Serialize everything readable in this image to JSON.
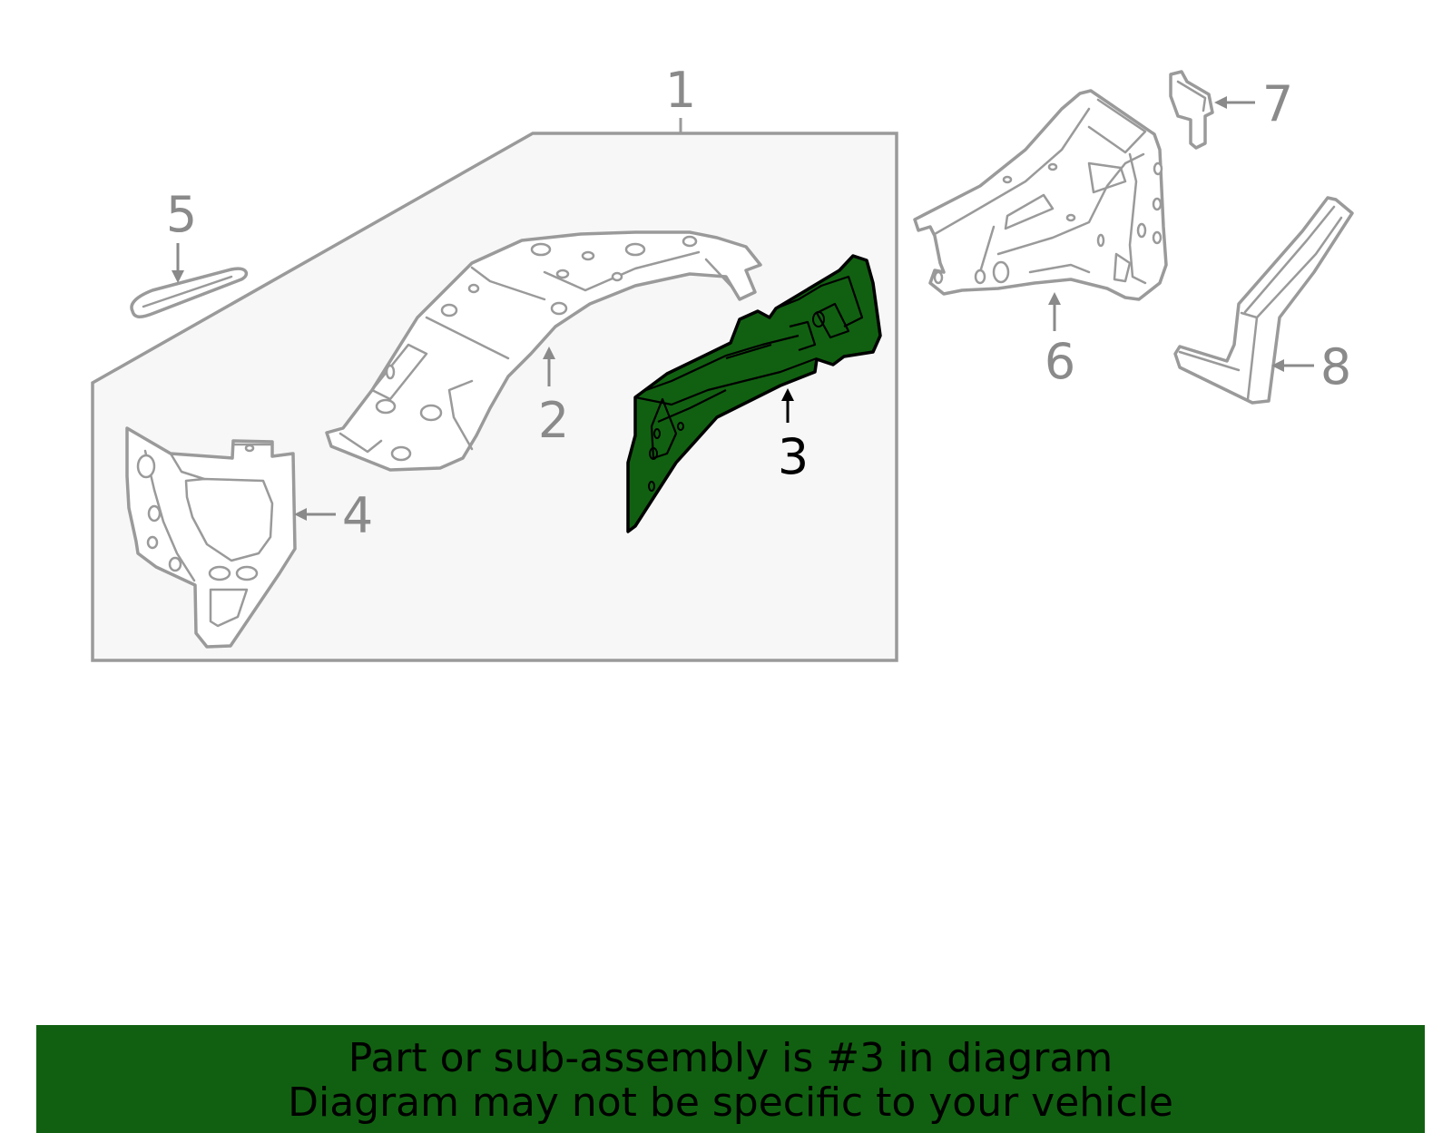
{
  "diagram": {
    "callouts": {
      "c1": "1",
      "c2": "2",
      "c3": "3",
      "c4": "4",
      "c5": "5",
      "c6": "6",
      "c7": "7",
      "c8": "8"
    },
    "highlighted_part": "3",
    "highlight_color": "#116011",
    "line_color": "#9a9a9a",
    "assembly_box_fill": "#f7f7f7"
  },
  "banner": {
    "line1": "Part or sub-assembly is #3 in diagram",
    "line2": "Diagram may not be specific to your vehicle",
    "background": "#116011"
  }
}
